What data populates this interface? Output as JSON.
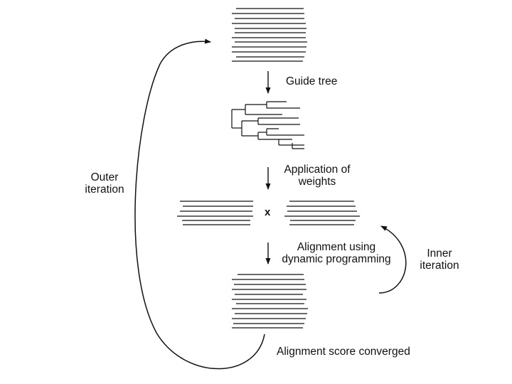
{
  "labels": {
    "guide_tree": "Guide tree",
    "weights_line1": "Application of",
    "weights_line2": "weights",
    "multiply": "x",
    "alignment_line1": "Alignment using",
    "alignment_line2": "dynamic programming",
    "inner_line1": "Inner",
    "inner_line2": "iteration",
    "outer_line1": "Outer",
    "outer_line2": "iteration",
    "converged": "Alignment score converged"
  },
  "colors": {
    "ink": "#111111",
    "background": "#ffffff"
  }
}
